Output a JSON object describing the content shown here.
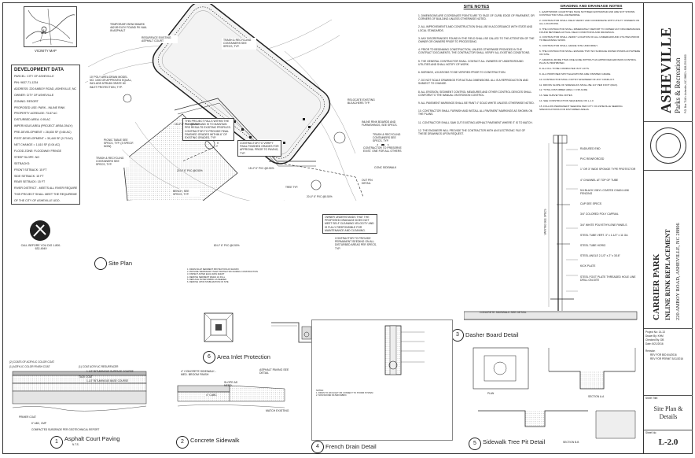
{
  "title_block": {
    "org_name": "ASHEVILLE",
    "org_sub": "Parks & Recreation",
    "org_address": "P.O. Box 7148 • Asheville, NC 28802 • 828-259-5800",
    "project_name": "CARRIER PARK",
    "project_sub": "INLINE RINK REPLACEMENT",
    "project_address": "220 AMBOY ROAD, ASHEVILLE, NC 28806",
    "project_no_label": "Project No:",
    "project_no_value": "14-13",
    "drawn_by_label": "Drawn By:",
    "drawn_by_value": "KHM",
    "checked_by_label": "Checked By:",
    "checked_by_value": "DB",
    "date_label": "Date:",
    "date_value": "8/21/2016",
    "revision_label": "Revision",
    "revisions": [
      "REV FOR BID   6/4/2016",
      "REV FOR PERMIT  5/11/2016"
    ],
    "sheet_title_label": "Sheet Title:",
    "sheet_title": "Site Plan & Details",
    "sheet_no_label": "Sheet No:",
    "sheet_no": "L-2.0"
  },
  "vicinity_map": {
    "label": "VICINITY MAP",
    "site_tag": "SITE"
  },
  "development_data": {
    "title": "DEVELOPMENT DATA",
    "lines": [
      "PARCEL:   CITY OF ASHEVILLE",
      "PIN:   9637-71-1234",
      "ADDRESS:   220 AMBOY ROAD, ASHEVILLE, NC 28806",
      "OWNER:   CITY OF ASHEVILLE",
      "ZONING:   RESORT",
      "PROPOSED USE:   PARK - INLINE RINK",
      "PROPERTY ACREAGE:   73.87 AC",
      "DISTURBED AREA:   0.95 AC",
      "IMPERVIOUS AREA (PROJECT AREA ONLY):",
      "PRE-DEVELOPMENT = 28,830 SF (0.66 AC)",
      "POST-DEVELOPMENT = 30,440 SF (0.70 AC)",
      "NET CHANGE = 1,610 SF (0.04 AC)",
      "FLOOD ZONE: FLOODWAY FRINGE",
      "STEEP SLOPE: NO",
      "SETBACKS:",
      "FRONT SETBACK: 15 FT",
      "SIDE SETBACK: 15 FT",
      "REAR SETBACK: 15 FT",
      "RIVER DISTRICT - MEETS ALL RIVER REQUIREMENTS",
      "THIS PROJECT SHALL MEET THE REQUIREMENTS",
      "OF THE CITY OF ASHEVILLE UDO."
    ],
    "call_before_dig": "CALL BEFORE YOU DIG  1-800-632-4949"
  },
  "site_plan": {
    "notes": [
      "TEMPORARY BENCHMARK 462.89 ELEV FOUND PK NAIL IN ASPHALT",
      "RESURFACE EXISTING ASPHALT COURT",
      "10' POLY AREA DRAIN MODEL NO. 1000 OR APPROVED EQUAL, INCLUDE ATRIUM GRATE W/ INLET PROTECTION, TYP.",
      "THIS PROJECT FALLS WITHIN THE FLOODWAY AND IS TO MAINTAIN PRE RESULTS EXISTING PROFILES. CONTRACTOR TO PROVIDE FINAL FINISHED GRADES WITHIN 6\" OF EXISTING GRADES, TYP.",
      "CONTRACTOR TO VERIFY FINAL FINISHED GRADES FOR APPROVAL PRIOR TO PAVING, TYP.",
      "TRASH & RECYCLING CONTAINERS SEE SPECS, TYP.",
      "RELOCATE EXISTING BLEACHERS TYP.",
      "INLINE RINK BOARDS AND FURNISHINGS, SEE SPECS.",
      "TRASH & RECYCLING CONTAINERS SEE SPECS, TYP.",
      "CONTRACTOR TO PRESERVE EXIST. ONE FOR ALL OTHERS",
      "CONC SIDEWALK",
      "OUT PIN DETAIL",
      "OWNER UNDERSTANDS THAT THE PROPOSED DRAINAGE DOES NOT MEET SELF CLEANING VELOCITY AND IS FULLY RESPONSIBLE FOR MAINTENANCE AND CLEANING.",
      "CONTRACTOR TO PROVIDE PERMANENT SEEDING ON ALL DISTURBED AREAS PER SPECS, TYP.",
      "PICNIC TABLE SEE SPECS, TYP. (3 SPECIF. NOW)",
      "TRASH & RECYCLING CONTAINERS SEE SPECS, TYP.",
      "BENCH, SEE SPECS, TYP."
    ],
    "pipe_labels": [
      "15 LF 6\" PVC @0.50%",
      "20 LF 6\" PVC @0.50%",
      "15 LF 6\" PVC @0.50%",
      "80 LF 6\" PVC @0.50%",
      "20 LF 6\" PVC @0.50%",
      "TREE TYP."
    ]
  },
  "site_notes": {
    "title": "SITE NOTES",
    "items": [
      "1. DIMENSIONS ARE COORDINATE POINTS ARE TO FACE OF CURB, EDGE OF PAVEMENT, OR CORNERS OF BUILDING UNLESS OTHERWISE NOTED.",
      "2. ALL IMPROVEMENTS AND CONSTRUCTION SHALL BE IN ACCORDANCE WITH STATE AND LOCAL STANDARDS.",
      "3. ANY DISCREPANCIES FOUND IN THE FIELD SHALL BE CALLED TO THE ATTENTION OF THE OWNER OR OWNERS PRIOR TO PROCEEDING.",
      "4. PRIOR TO BEGINNING CONSTRUCTION, UNLESS OTHERWISE PROVIDED IN THE CONTRACT DOCUMENTS, THE CONTRACTOR SHALL VERIFY ALL EXISTING CONDITIONS.",
      "5. THE GENERAL CONTRACTOR SHALL CONTACT ALL OWNERS OF UNDERGROUND UTILITIES AND SHALL NOTIFY OF WORK.",
      "6. BORINGS, LOCATIONS TO BE VERIFIED PRIOR TO CONSTRUCTION.",
      "7. DO NOT SCALE DRAWINGS FOR ACTUAL DIMENSIONS. ALL IS A REPRODUCTION AND SUBJECT TO CHANGE.",
      "8. ALL EROSION, SEDIMENT CONTROL MEASURES AND OTHER CONTROL DEVICES SHALL CONFORM TO THE MANUAL ON EROSION CONTROL.",
      "9. ALL PAVEMENT MARKINGS SHALL BE PAINT 4\" SOLID WHITE UNLESS OTHERWISE NOTED.",
      "10. CONTRACTOR SHALL FURNISH AND INSTALL ALL PAVEMENT MARKINGS AS SHOWN ON THE PLANS.",
      "11. CONTRACTOR SHALL SAW CUT EXISTING ASPHALT PAVEMENT WHERE IT IS TO MATCH.",
      "12. THE ENGINEER WILL PROVIDE THE CONTRACTOR WITH AN ELECTRONIC FILE OF THESE DRAWINGS UPON REQUEST."
    ]
  },
  "grading_notes": {
    "title": "GRADING AND DRAINAGE NOTES",
    "items": [
      "1. EARTHWORK QUANTITIES HAVE NOT BEEN ESTIMATED AND ARE NOT SHOWN. CONTRACTOR SHALL DETERMINE.",
      "2. CONTRACTOR SHALL FIELD VERIFY AND COORDINATE WITH UTILITY OWNERS ON ALL LOCATIONS.",
      "3. THE CONTRACTOR SHALL IMMEDIATELY REPORT TO OWNER ANY DISCREPANCIES FOUND BETWEEN ACTUAL FIELD CONDITIONS AND DRAWINGS.",
      "4. CONTRACTOR SHALL VERIFY LOCATION OF ALL UNDERGROUND UTILITIES PRIOR TO BEGINNING WORK.",
      "5. CONTRACTOR SHALL GRADE SITE UNIFORMLY.",
      "6. THE CONTRACTOR SHALL ENSURE THAT NO SURFACE WATER PONDS ANYWHERE ON SITE.",
      "7. GRADING MORE THAN ONE ACRE WITHOUT AN APPROVED EROSION CONTROL PLAN IS PROHIBITED.",
      "8. ALL FILL TO BE COMPACTED IN 8\" LIFTS.",
      "9. ALL PROPOSED SPOT ELEVATIONS ARE FINISHED GRADE.",
      "10. CONTRACTOR SHALL NOTIFY ENGINEER OF ANY CONFLICT.",
      "11. DROSS SLOPE OF SIDEWALKS SHALL BE 1/4\" PER FOOT (MAX).",
      "12. TOTAL DISTURBED AREA = 0.95 ACRE",
      "13. SEE SURVEYING NOTES",
      "14. SEE CONSTRUCTION SEQUENCE ON L-1.0",
      "15. FOLLOW PERMANENT SEEDING PER CITY OF ASHEVILLE SEEDING SPECIFICATIONS FOR DISTURBED AREAS."
    ]
  },
  "dasher_board": {
    "labels": [
      "RADIUSED END",
      "PVC REINFORCED",
      "1\" OR 3\" WIDE SPONGE TYPE PROTECTOR",
      "4\" CHANNEL AT TOP OF TUBE",
      "5/4 BLACK VINYL COATED CHAIN LINK FENCING",
      "CAP SEE SPECS",
      "3/4\" COLORED POLY CAPRAIL",
      "3/4\" WHITE POLYETHYLENE PANELS",
      "STEEL TUBE VERT. 3\" x 1-1/2\" x 11 GA",
      "STEEL TUBE HORIZ.",
      "STEEL ANGLE 2-1/2\" x 2\" x 3/16\"",
      "KICK PLATE",
      "STEEL FOOT PLATE THREADED HOLE LINE DRILL ON-SITE",
      "CONCRETE SIDEWALK SEE DETAIL"
    ],
    "vertical_label": "VARYING SEE SPECS"
  },
  "asphalt_labels": [
    "(1) COAT ACRYLIC RESURFACER",
    "1-1/2\" BITUMINOUS SURFACE COURSE",
    "TACK COAT",
    "1-1/2\" BITUMINOUS BASE COURSE",
    "(2) COATS OF ACRYLIC COLOR COAT",
    "(1) ACRYLIC COLOR FINISH COAT",
    "PRIMER COAT",
    "6\" ABC, CMP",
    "COMPACTED SUBGRADE PER GEOTECHNICAL REPORT"
  ],
  "concrete_labels": [
    "4\" CONCRETE SIDEWALK - MED. BROOM FINISH",
    "ASPHALT PAVING SEE DETAIL",
    "SLOPE AS NEED",
    "4\" CABC",
    "MATCH EXISTING"
  ],
  "french_drain_labels": [
    "NOTES:",
    "1. DRAIN TO DAYLIGHT OR CONNECT TO STORM SYSTEM",
    "2. NON-WOVEN FILTER FABRIC"
  ],
  "tree_pit_labels": [
    "PLAN",
    "SECTION A-A",
    "SECTION B-B"
  ],
  "details": [
    {
      "num": "1",
      "title": "Asphalt Court Paving",
      "sub": "N.T.S."
    },
    {
      "num": "2",
      "title": "Concrete Sidewalk",
      "sub": ""
    },
    {
      "num": "3",
      "title": "Dasher Board Detail",
      "sub": ""
    },
    {
      "num": "4",
      "title": "French Drain Detail",
      "sub": ""
    },
    {
      "num": "5",
      "title": "Sidewalk Tree Pit Detail",
      "sub": ""
    },
    {
      "num": "6",
      "title": "Area Inlet Protection",
      "sub": ""
    },
    {
      "num": "",
      "title": "Site Plan",
      "sub": ""
    }
  ],
  "colors": {
    "ink": "#222222",
    "paper": "#ffffff",
    "hatch": "#666666"
  }
}
